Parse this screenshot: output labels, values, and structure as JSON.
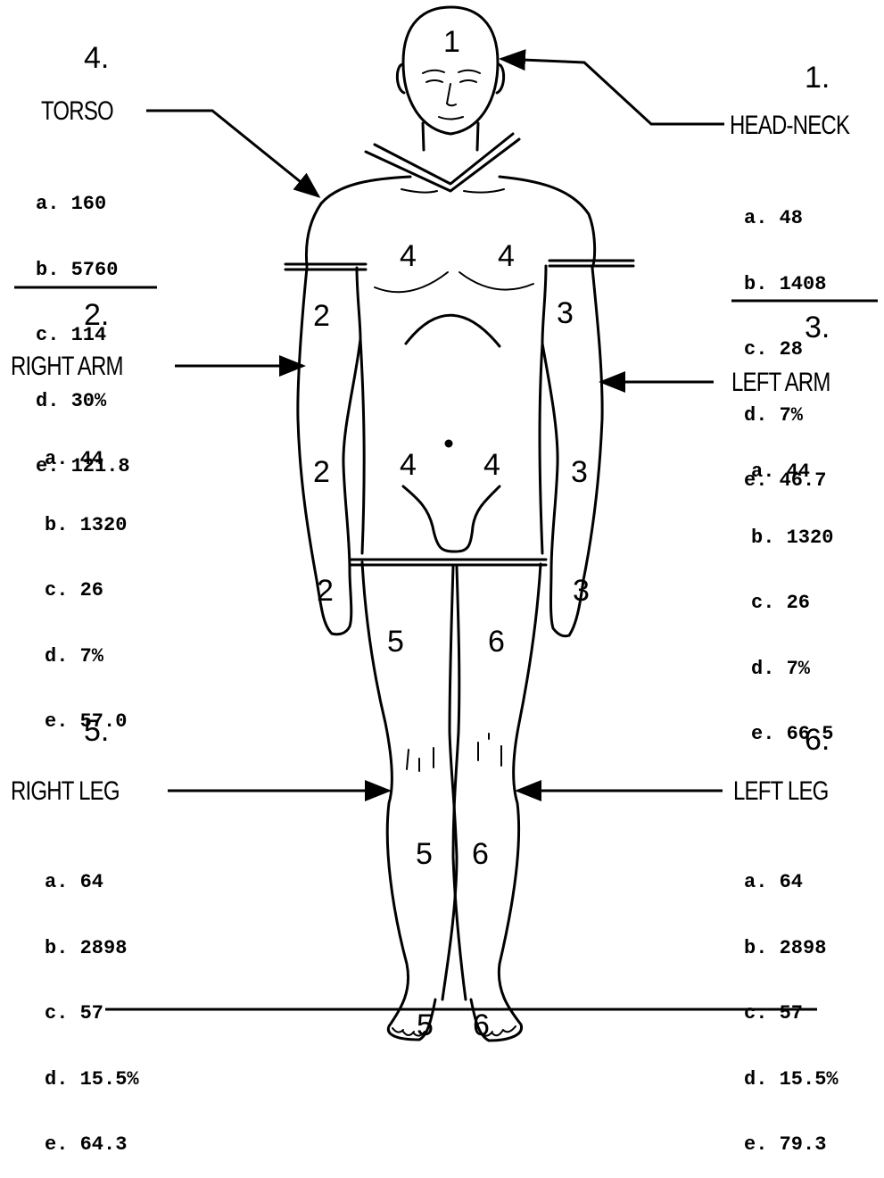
{
  "sections": {
    "head_neck": {
      "number": "1.",
      "title": "HEAD-NECK",
      "stats": [
        {
          "letter": "a.",
          "value": "48"
        },
        {
          "letter": "b.",
          "value": "1408"
        },
        {
          "letter": "c.",
          "value": "28"
        },
        {
          "letter": "d.",
          "value": "7%"
        },
        {
          "letter": "e.",
          "value": "46.7"
        }
      ]
    },
    "right_arm": {
      "number": "2.",
      "title": "RIGHT ARM",
      "stats": [
        {
          "letter": "a.",
          "value": "44"
        },
        {
          "letter": "b.",
          "value": "1320"
        },
        {
          "letter": "c.",
          "value": "26"
        },
        {
          "letter": "d.",
          "value": "7%"
        },
        {
          "letter": "e.",
          "value": "57.0"
        }
      ]
    },
    "left_arm": {
      "number": "3.",
      "title": "LEFT ARM",
      "stats": [
        {
          "letter": "a.",
          "value": "44"
        },
        {
          "letter": "b.",
          "value": "1320"
        },
        {
          "letter": "c.",
          "value": "26"
        },
        {
          "letter": "d.",
          "value": "7%"
        },
        {
          "letter": "e.",
          "value": "66.5"
        }
      ]
    },
    "torso": {
      "number": "4.",
      "title": "TORSO",
      "stats": [
        {
          "letter": "a.",
          "value": "160"
        },
        {
          "letter": "b.",
          "value": "5760"
        },
        {
          "letter": "c.",
          "value": "114"
        },
        {
          "letter": "d.",
          "value": "30%"
        },
        {
          "letter": "e.",
          "value": "121.8"
        }
      ]
    },
    "right_leg": {
      "number": "5.",
      "title": "RIGHT LEG",
      "stats": [
        {
          "letter": "a.",
          "value": "64"
        },
        {
          "letter": "b.",
          "value": "2898"
        },
        {
          "letter": "c.",
          "value": "57"
        },
        {
          "letter": "d.",
          "value": "15.5%"
        },
        {
          "letter": "e.",
          "value": "64.3"
        }
      ]
    },
    "left_leg": {
      "number": "6.",
      "title": "LEFT LEG",
      "stats": [
        {
          "letter": "a.",
          "value": "64"
        },
        {
          "letter": "b.",
          "value": "2898"
        },
        {
          "letter": "c.",
          "value": "57"
        },
        {
          "letter": "d.",
          "value": "15.5%"
        },
        {
          "letter": "e.",
          "value": "79.3"
        }
      ]
    }
  },
  "zone_labels": {
    "head": "1",
    "torso": "4",
    "right_arm": "2",
    "left_arm": "3",
    "right_leg": "5",
    "left_leg": "6"
  }
}
